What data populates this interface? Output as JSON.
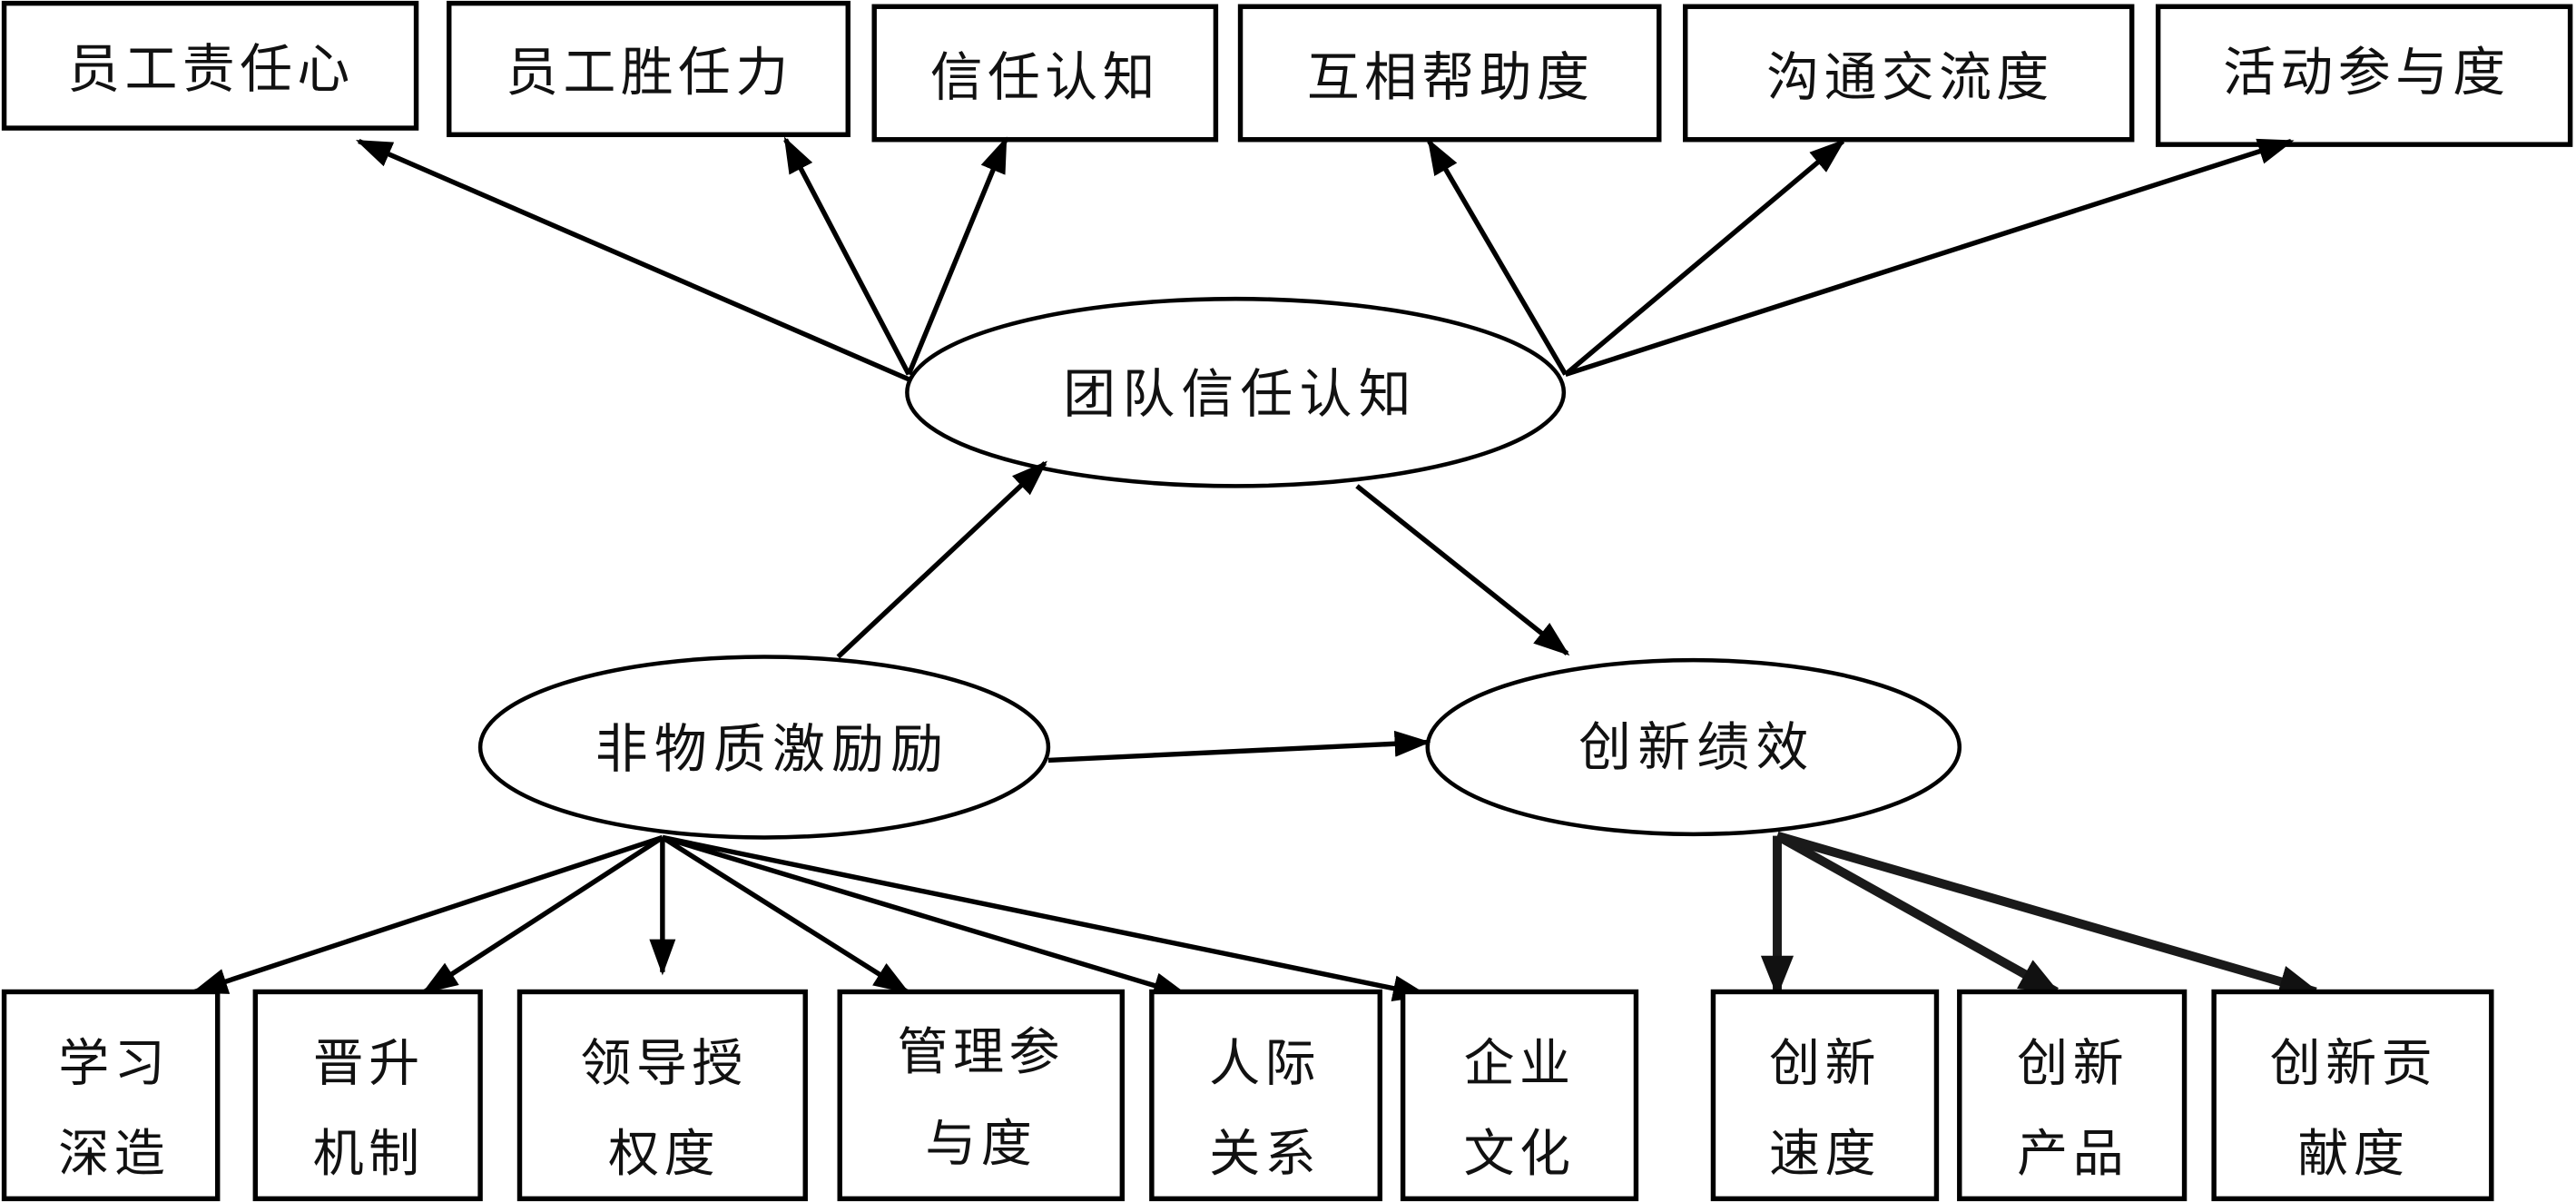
{
  "diagram": {
    "top_indicators": [
      {
        "label": "员工责任心"
      },
      {
        "label": "员工胜任力"
      },
      {
        "label": "信任认知"
      },
      {
        "label": "互相帮助度"
      },
      {
        "label": "沟通交流度"
      },
      {
        "label": "活动参与度"
      }
    ],
    "nodes": {
      "team_trust": "团队信任认知",
      "non_material_incentive": "非物质激励励",
      "innovation_performance": "创新绩效"
    },
    "incentive_dimensions": [
      {
        "lines": [
          "学习",
          "深造"
        ]
      },
      {
        "lines": [
          "晋升",
          "机制"
        ]
      },
      {
        "lines": [
          "领导授",
          "权度"
        ]
      },
      {
        "lines": [
          "管理参",
          "与度"
        ]
      },
      {
        "lines": [
          "人际",
          "关系"
        ]
      },
      {
        "lines": [
          "企业",
          "文化"
        ]
      }
    ],
    "performance_dimensions": [
      {
        "lines": [
          "创新",
          "速度"
        ]
      },
      {
        "lines": [
          "创新",
          "产品"
        ]
      },
      {
        "lines": [
          "创新贡",
          "献度"
        ]
      }
    ]
  },
  "colors": {
    "stroke": "#000000",
    "background": "#ffffff",
    "text": "#111111"
  }
}
